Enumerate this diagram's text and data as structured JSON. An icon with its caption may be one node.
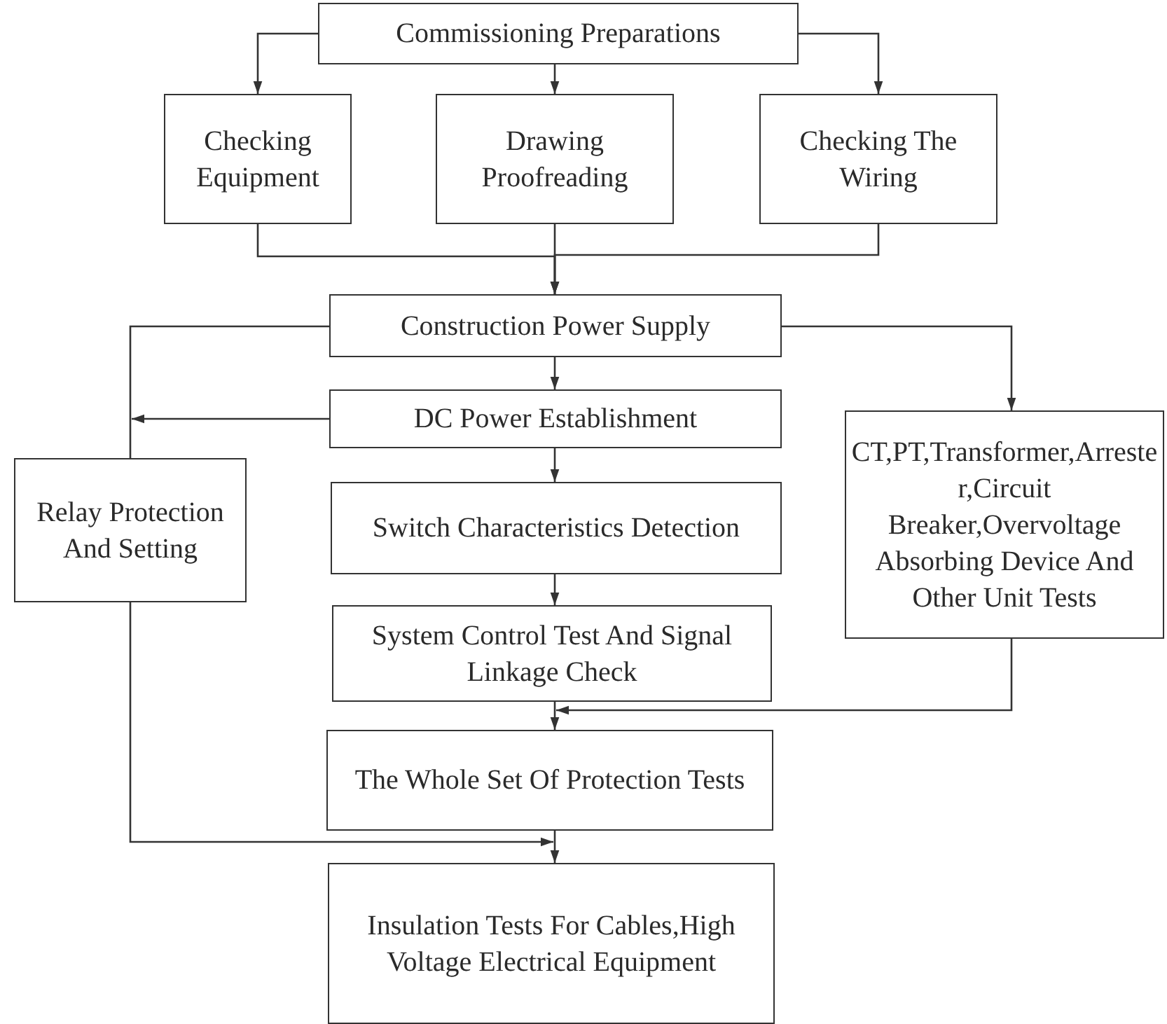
{
  "diagram": {
    "nodes": [
      {
        "text": [
          "Commissioning Preparations"
        ]
      },
      {
        "text": [
          "Checking Equipment"
        ]
      },
      {
        "text": [
          "Drawing Proofreading"
        ]
      },
      {
        "text": [
          "Checking The Wiring"
        ]
      },
      {
        "text": [
          "Construction Power Supply"
        ]
      },
      {
        "text": [
          "DC Power Establishment"
        ]
      },
      {
        "text": [
          "Relay Protection And Setting"
        ]
      },
      {
        "text": [
          "Switch Characteristics Detection"
        ]
      },
      {
        "text": [
          "System Control Test And Signal Linkage Check"
        ]
      },
      {
        "text": [
          "CT,PT,Transformer,Arrester,Circuit Breaker,Overvoltage Absorbing Device And Other Unit Tests"
        ]
      },
      {
        "text": [
          "The Whole Set Of Protection Tests"
        ]
      },
      {
        "text": [
          "Insulation Tests For Cables,High Voltage Electrical Equipment"
        ]
      }
    ],
    "edges": [
      {
        "from": 0,
        "to": 1,
        "arrow": "to"
      },
      {
        "from": 0,
        "to": 2,
        "arrow": "to"
      },
      {
        "from": 0,
        "to": 3,
        "arrow": "to"
      },
      {
        "from": 1,
        "to": 4,
        "arrow": "to"
      },
      {
        "from": 2,
        "to": 4,
        "arrow": "to"
      },
      {
        "from": 3,
        "to": 4,
        "arrow": "to"
      },
      {
        "from": 4,
        "to": 5,
        "arrow": "to"
      },
      {
        "from": 4,
        "to": 6,
        "arrow": "none"
      },
      {
        "from": 5,
        "to": 6,
        "arrow": "to"
      },
      {
        "from": 4,
        "to": 9,
        "arrow": "to"
      },
      {
        "from": 5,
        "to": 7,
        "arrow": "to"
      },
      {
        "from": 7,
        "to": 8,
        "arrow": "to"
      },
      {
        "from": 8,
        "to": 10,
        "arrow": "to"
      },
      {
        "from": 9,
        "to": 10,
        "arrow": "to"
      },
      {
        "from": 10,
        "to": 11,
        "arrow": "to"
      },
      {
        "from": 6,
        "to": 11,
        "arrow": "to"
      }
    ]
  }
}
